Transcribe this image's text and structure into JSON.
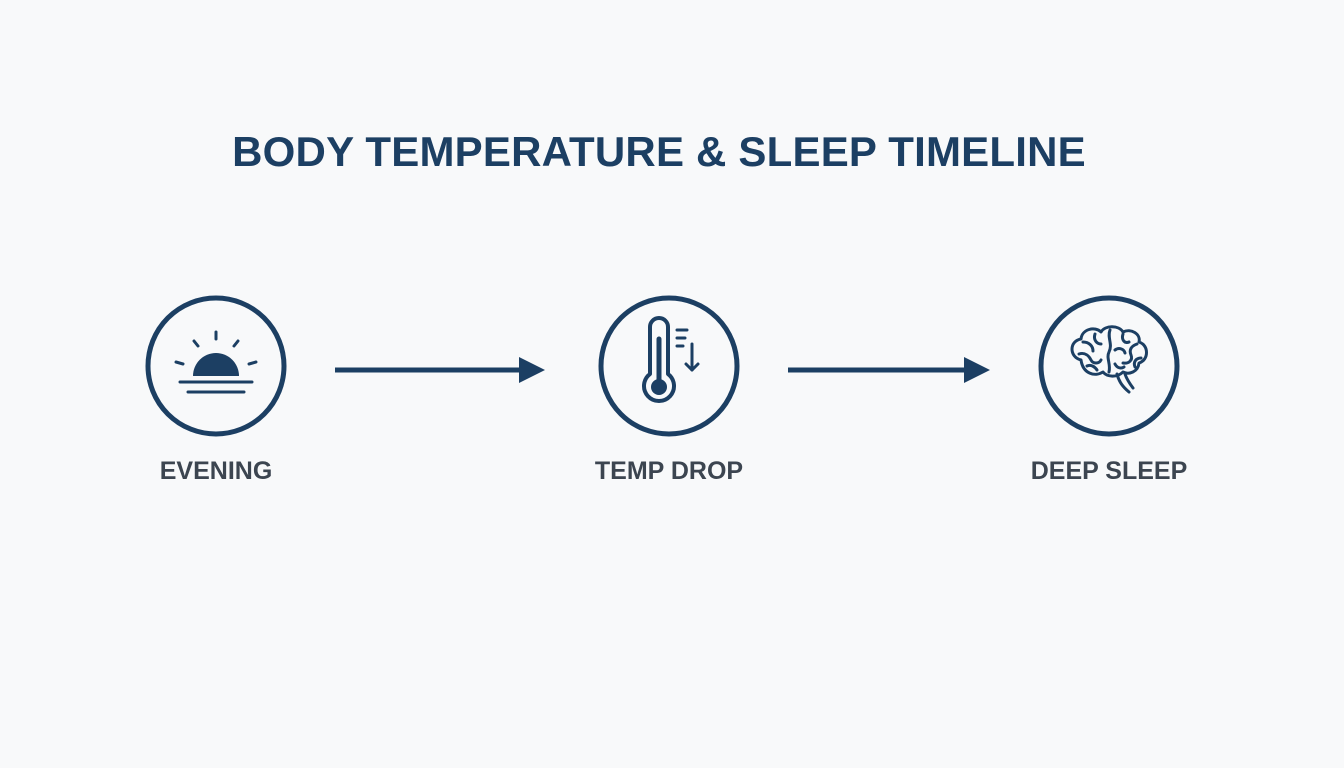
{
  "title": "BODY TEMPERATURE & SLEEP TIMELINE",
  "colors": {
    "primary": "#1c3f63",
    "label": "#3c4550",
    "background": "#f8f9fa"
  },
  "steps": [
    {
      "label": "EVENING",
      "icon": "sunset-icon"
    },
    {
      "label": "TEMP DROP",
      "icon": "thermometer-down-icon"
    },
    {
      "label": "DEEP SLEEP",
      "icon": "brain-icon"
    }
  ]
}
